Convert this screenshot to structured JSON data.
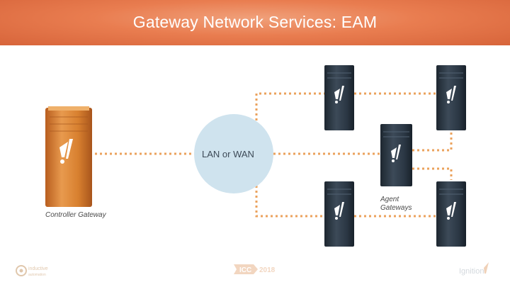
{
  "slide": {
    "title": "Gateway Network Services: EAM"
  },
  "diagram": {
    "network_label": "LAN or WAN",
    "controller_label": "Controller Gateway",
    "agents_label_line1": "Agent",
    "agents_label_line2": "Gateways",
    "colors": {
      "header": "#e97d50",
      "controller": "#d77a2e",
      "agent": "#2e3b48",
      "network": "#cfe3ee",
      "connector": "#eba25c"
    },
    "server_icon": "ignition-logo-icon"
  },
  "footer": {
    "left_logo_line1": "inductive",
    "left_logo_line2": "automation",
    "center_logo_a": "ICC",
    "center_logo_b": "2018",
    "right_logo": "Ignition"
  }
}
